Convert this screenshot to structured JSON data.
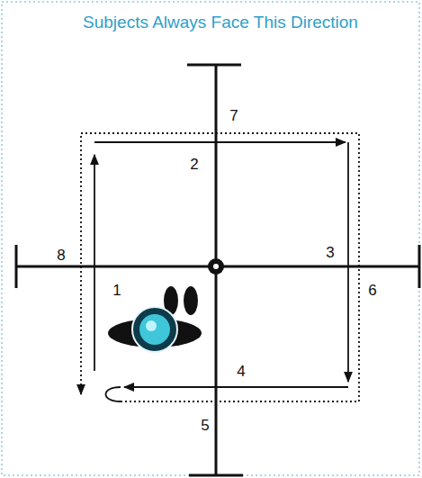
{
  "diagram": {
    "title": "Subjects Always Face This Direction",
    "labels": [
      "7",
      "2",
      "8",
      "3",
      "1",
      "6",
      "4",
      "5"
    ]
  }
}
